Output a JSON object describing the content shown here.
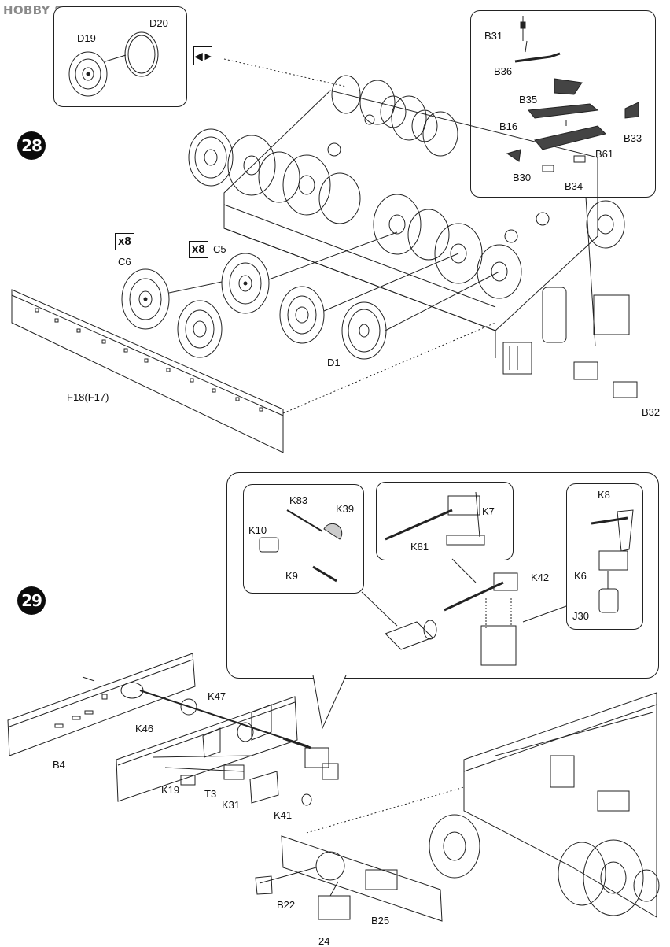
{
  "watermark": "HOBBY SEARCH",
  "page_number": "24",
  "step28": {
    "number": "28",
    "inset_labels": {
      "d19": "D19",
      "d20": "D20"
    },
    "detail_labels": {
      "b31": "B31",
      "b36": "B36",
      "b35": "B35",
      "b16": "B16",
      "b33": "B33",
      "b61": "B61",
      "b30": "B30",
      "b34": "B34"
    },
    "qty_c6": "x8",
    "qty_c5": "x8",
    "labels": {
      "c6": "C6",
      "c5": "C5",
      "d1": "D1",
      "f18": "F18(F17)",
      "b32": "B32"
    }
  },
  "step29": {
    "number": "29",
    "detail_labels": {
      "k83": "K83",
      "k39": "K39",
      "k10": "K10",
      "k9": "K9",
      "k81": "K81",
      "k7": "K7",
      "k42": "K42",
      "k8": "K8",
      "k6": "K6",
      "j30": "J30"
    },
    "labels": {
      "k47": "K47",
      "k46": "K46",
      "b4": "B4",
      "k19": "K19",
      "t3": "T3",
      "k31": "K31",
      "k41": "K41",
      "b22": "B22",
      "b25": "B25"
    }
  },
  "colors": {
    "line": "#222222",
    "fill_dark": "#444444",
    "step_badge": "#0b0b0b"
  }
}
